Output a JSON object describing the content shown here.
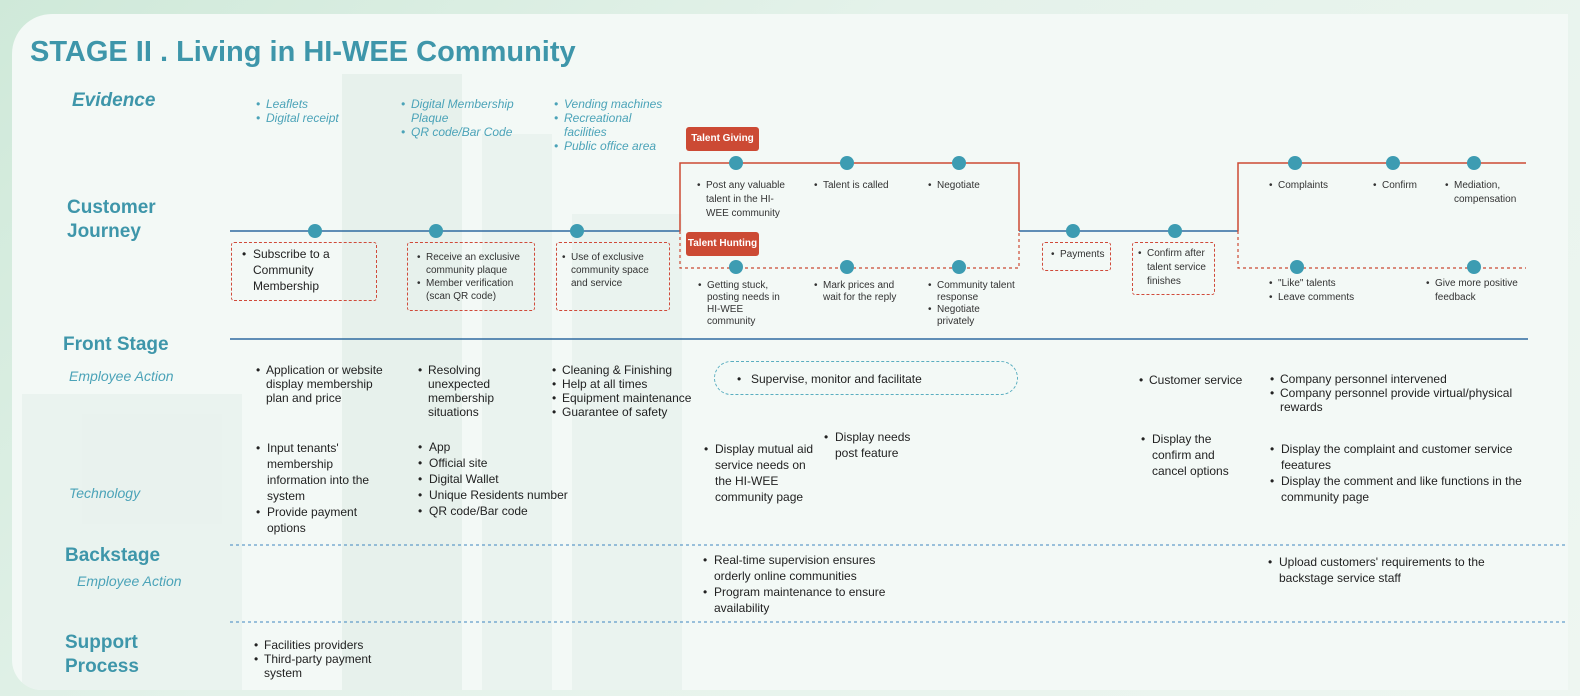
{
  "title": "STAGE II . Living in HI-WEE Community",
  "rows": {
    "evidence": "Evidence",
    "customer_journey": "Customer Journey",
    "front_stage": "Front Stage",
    "front_employee_action": "Employee Action",
    "technology": "Technology",
    "backstage": "Backstage",
    "backstage_employee_action": "Employee Action",
    "support_process": "Support Process"
  },
  "evidence": {
    "col1": [
      "Leaflets",
      "Digital receipt"
    ],
    "col2": [
      "Digital Membership Plaque",
      "QR code/Bar Code"
    ],
    "col3": [
      "Vending machines",
      "Recreational facilities",
      "Public office area"
    ]
  },
  "tags": {
    "talent_giving": "Talent Giving",
    "talent_hunting": "Talent Hunting"
  },
  "journey": {
    "subscribe": [
      "Subscribe to a Community Membership"
    ],
    "receive": [
      "Receive an exclusive community plaque",
      "Member verification (scan QR code)"
    ],
    "use_space": [
      "Use of exclusive community space and service"
    ],
    "giving": [
      "Post any valuable talent in the HI-WEE community",
      "Talent is called",
      "Negotiate"
    ],
    "hunting": [
      [
        "Getting stuck, posting needs in HI-WEE community"
      ],
      [
        "Mark prices and wait for the reply"
      ],
      [
        "Community talent response",
        "Negotiate privately"
      ]
    ],
    "payments": [
      "Payments"
    ],
    "confirm_after": [
      "Confirm after talent service finishes"
    ],
    "upper_right": [
      "Complaints",
      "Confirm",
      "Mediation, compensation"
    ],
    "lower_right": [
      [
        "\"Like\" talents",
        "Leave comments"
      ],
      [
        "Give more positive feedback"
      ]
    ]
  },
  "front_stage": {
    "employee_action": {
      "col1": [
        "Application or website display membership plan and price"
      ],
      "col2": [
        "Resolving unexpected membership situations"
      ],
      "col3": [
        "Cleaning & Finishing",
        "Help at all times",
        "Equipment maintenance",
        "Guarantee of safety"
      ],
      "supervise": "Supervise, monitor and facilitate",
      "customer_service": [
        "Customer service"
      ],
      "company": [
        "Company personnel intervened",
        "Company personnel provide virtual/physical rewards"
      ]
    },
    "technology": {
      "col1": [
        "Input tenants' membership information into the system",
        "Provide payment options"
      ],
      "col2": [
        "App",
        "Official site",
        "Digital Wallet",
        "Unique Residents number",
        "QR code/Bar code"
      ],
      "col3": [
        "Display mutual aid service needs on the HI-WEE community page"
      ],
      "col4": [
        "Display needs post feature"
      ],
      "col5": [
        "Display the confirm and cancel options"
      ],
      "col6": [
        "Display the complaint and customer service feeatures",
        "Display the comment and like functions in the community page"
      ]
    }
  },
  "backstage": {
    "col1": [
      "Real-time supervision ensures orderly online communities",
      "Program maintenance to ensure availability"
    ],
    "col2": [
      "Upload customers' requirements to the backstage service staff"
    ]
  },
  "support": {
    "col1": [
      "Facilities providers",
      "Third-party payment system"
    ]
  },
  "colors": {
    "accent_teal": "#3e96aa",
    "journey_red": "#cc4a34",
    "line_blue": "#2f6aa0",
    "dot_teal": "#3d9cb2"
  }
}
